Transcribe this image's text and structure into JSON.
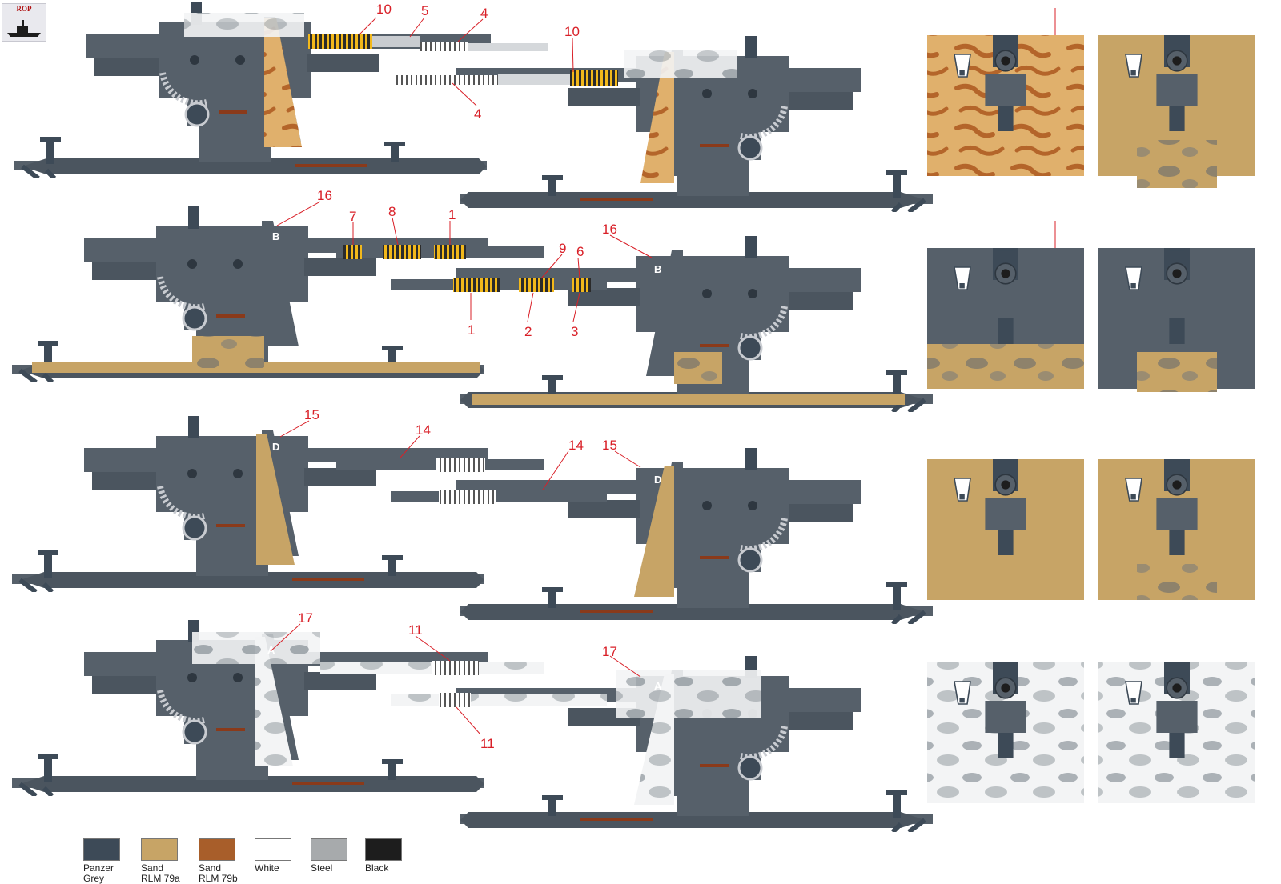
{
  "logo": {
    "text": "ROP"
  },
  "callouts": [
    "10",
    "5",
    "4",
    "10",
    "4",
    "16",
    "7",
    "8",
    "1",
    "9",
    "6",
    "16",
    "1",
    "2",
    "3",
    "15",
    "14",
    "14",
    "15",
    "17",
    "11",
    "11",
    "17"
  ],
  "unit_letters": {
    "row2": "B",
    "row3": "D",
    "row4": "A"
  },
  "legend": {
    "items": [
      {
        "label1": "Panzer",
        "label2": "Grey",
        "color": "#3d4a57"
      },
      {
        "label1": "Sand",
        "label2": "RLM 79a",
        "color": "#c7a466"
      },
      {
        "label1": "Sand",
        "label2": "RLM 79b",
        "color": "#a85e2a"
      },
      {
        "label1": "White",
        "label2": "",
        "color": "#ffffff"
      },
      {
        "label1": "Steel",
        "label2": "",
        "color": "#a7aaac"
      },
      {
        "label1": "Black",
        "label2": "",
        "color": "#1d1d1d"
      }
    ]
  },
  "colors": {
    "grey": "#56606a",
    "grey_dark": "#3d4a57",
    "sand": "#c7a466",
    "brown": "#a85e2a",
    "white": "#f1f2f3",
    "steel": "#a7aaac",
    "callout": "#d92028",
    "stripe_yellow": "#f2b81b"
  }
}
